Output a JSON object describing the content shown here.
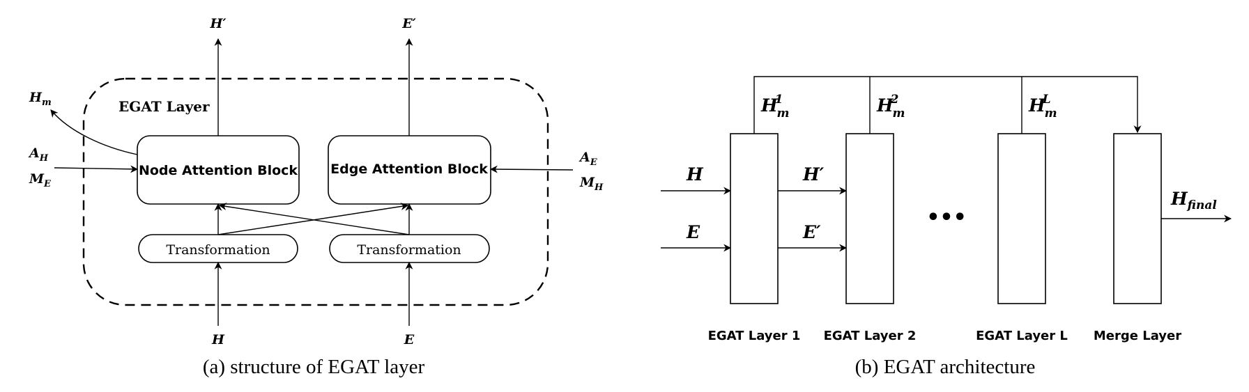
{
  "panel_a": {
    "caption": "(a) structure of EGAT layer",
    "container_label": "EGAT Layer",
    "node_block": "Node Attention Block",
    "edge_block": "Edge Attention Block",
    "transform_left": "Transformation",
    "transform_right": "Transformation",
    "out_h": "H′",
    "out_e": "E′",
    "in_h": "H",
    "in_e": "E",
    "hm_base": "H",
    "hm_sub": "m",
    "ah_base": "A",
    "ah_sub": "H",
    "me_base": "M",
    "me_sub": "E",
    "ae_base": "A",
    "ae_sub": "E",
    "mh_base": "M",
    "mh_sub": "H"
  },
  "panel_b": {
    "caption": "(b) EGAT architecture",
    "in_h": "H",
    "in_e": "E",
    "mid_h": "H′",
    "mid_e": "E′",
    "dots": "•••",
    "out_base": "H",
    "out_sub": "final",
    "hm1_base": "H",
    "hm1_sub": "m",
    "hm1_sup": "1",
    "hm2_base": "H",
    "hm2_sub": "m",
    "hm2_sup": "2",
    "hmL_base": "H",
    "hmL_sub": "m",
    "hmL_sup": "L",
    "layers": [
      "EGAT Layer 1",
      "EGAT Layer 2",
      "EGAT Layer L",
      "Merge Layer"
    ]
  }
}
